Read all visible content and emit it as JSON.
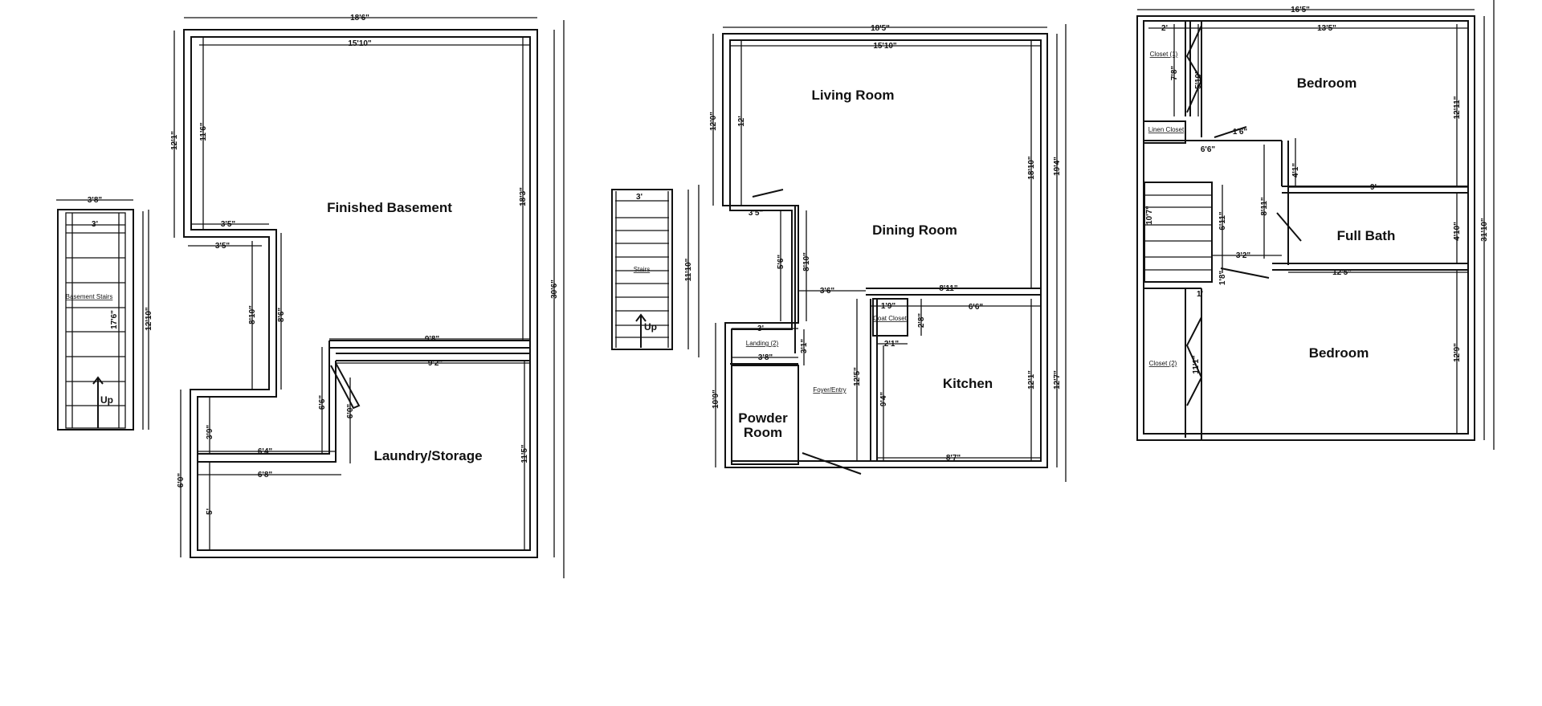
{
  "basement": {
    "rooms": {
      "finished": "Finished Basement",
      "laundry": "Laundry/Storage"
    },
    "stairs": {
      "label": "Basement Stairs",
      "up": "Up",
      "width": "3'8\"",
      "tread": "3'",
      "length": "12'10\"",
      "run": "17'6\""
    },
    "dims": [
      "18'6\"",
      "15'10\"",
      "12'1\"",
      "11'6\"",
      "3'5\"",
      "3'5\"",
      "8'10\"",
      "8'6\"",
      "18'3\"",
      "30'6\"",
      "9'8\"",
      "9'2\"",
      "6'6\"",
      "6'0\"",
      "3'9\"",
      "6'4\"",
      "6'8\"",
      "6'0\"",
      "5'",
      "11'5\""
    ]
  },
  "main": {
    "rooms": {
      "living": "Living Room",
      "dining": "Dining Room",
      "kitchen": "Kitchen",
      "powder1": "Powder",
      "powder2": "Room",
      "coat": "Coat Closet",
      "landing": "Landing (2)",
      "foyer": "Foyer/Entry"
    },
    "stairs": {
      "label": "Stairs",
      "up": "Up",
      "tread": "3'",
      "length": "11'10\""
    },
    "dims": [
      "18'5\"",
      "15'10\"",
      "12'0\"",
      "12'",
      "18'10\"",
      "19'4\"",
      "3'5\"",
      "5'6\"",
      "8'10\"",
      "3'6\"",
      "8'11\"",
      "1'9\"",
      "2'8\"",
      "6'6\"",
      "2'1\"",
      "3'",
      "3'1\"",
      "3'8\"",
      "12'5\"",
      "10'9\"",
      "9'4\"",
      "12'1\"",
      "12'7\"",
      "8'7\""
    ]
  },
  "upper": {
    "rooms": {
      "bedroom1": "Bedroom",
      "bath": "Full Bath",
      "bedroom2": "Bedroom",
      "closet1": "Closet (1)",
      "linen": "Linen Closet",
      "closet2": "Closet (2)"
    },
    "dims": [
      "16'5\"",
      "13'5\"",
      "2'",
      "7'8\"",
      "5'10\"",
      "12'11\"",
      "31'10\"",
      "1'6\"",
      "6'6\"",
      "4'1\"",
      "9'",
      "10'7\"",
      "8'11\"",
      "6'11\"",
      "4'10\"",
      "3'2\"",
      "12'5\"",
      "1'8\"",
      "1'",
      "11'1\"",
      "12'9\""
    ]
  }
}
